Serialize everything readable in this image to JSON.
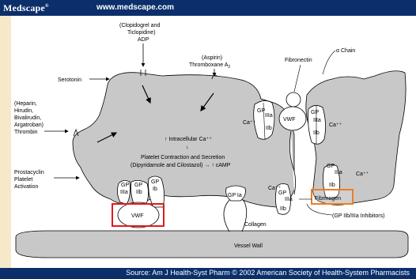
{
  "header": {
    "logo": "Medscape",
    "logo_mark": "®",
    "url": "www.medscape.com"
  },
  "footer": {
    "source": "Source: Am J Health-Syst Pharm © 2002 American Society of Health-System Pharmacists"
  },
  "labels": {
    "clopidogrel_1": "(Clopidogrel and",
    "clopidogrel_2": "Ticlopidine)",
    "clopidogrel_3": "ADP",
    "aspirin_1": "(Aspirin)",
    "aspirin_2": "Thromboxane A",
    "aspirin_sub": "2",
    "alpha_chain": "α Chain",
    "fibronectin": "Fibronectin",
    "serotonin": "Serotonin",
    "heparin_1": "(Heparin,",
    "heparin_2": "Hirudin,",
    "heparin_3": "Bivalirudin,",
    "heparin_4": "Argatroban)",
    "heparin_5": "Thrombin",
    "prostacyclin_1": "Prostacyclin",
    "prostacyclin_2": "Platelet",
    "prostacyclin_3": "Activation",
    "intracellular": "↑ Intracellular Ca⁺⁺",
    "down_arrow": "↓",
    "contraction_1": "Platelet Contraction and Secretion",
    "contraction_2": "(Dipyridamole and Cilostazol) → ↑ cAMP",
    "vwf": "VWF",
    "vwf_bottom": "VWF",
    "gp": "GP",
    "iiia": "IIIa",
    "iib": "IIb",
    "ib": "Ib",
    "gp_ia": "GP Ia",
    "ca": "Ca⁺⁺",
    "fibrinogen": "Fibrinogen",
    "gp_inhibitors": "(GP IIb/IIIa Inhibitors)",
    "collagen": "Collagen",
    "vessel_wall": "Vessel Wall"
  },
  "colors": {
    "platelet": "#c8c8c8",
    "navy": "#0b2f6b",
    "highlight_red": "#e01b1b",
    "highlight_orange": "#ef7d22"
  }
}
